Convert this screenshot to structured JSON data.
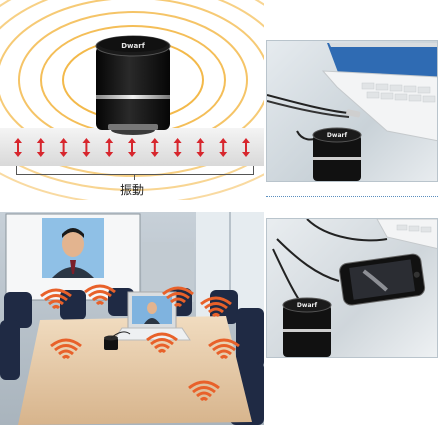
{
  "vibration_panel": {
    "caption": "振動",
    "speaker_logo": "Dwarf",
    "wave_color": "#f3b94a",
    "arrow_color": "#d7262d",
    "arrow_count": 11
  },
  "laptop_panel": {
    "speaker_logo": "Dwarf"
  },
  "phone_panel": {
    "speaker_logo": "Dwarf"
  },
  "room_panel": {
    "wave_color": "#e8612a"
  }
}
